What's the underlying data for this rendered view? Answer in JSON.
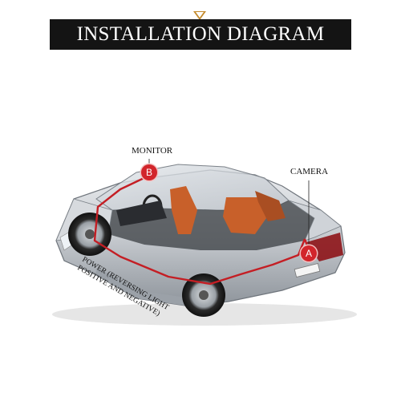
{
  "banner": {
    "title": "INSTALLATION DIAGRAM"
  },
  "labels": {
    "monitor": "MONITOR",
    "camera": "CAMERA",
    "power_line1": "POWER (REVERSING LIGHT",
    "power_line2": "POSITIVE AND NEGATIVE)"
  },
  "markers": {
    "a": "A",
    "b": "B"
  },
  "colors": {
    "banner_bg": "#141414",
    "accent_arrow": "#c48a2b",
    "marker_red": "#d2252b",
    "wire_red": "#c41e24"
  }
}
